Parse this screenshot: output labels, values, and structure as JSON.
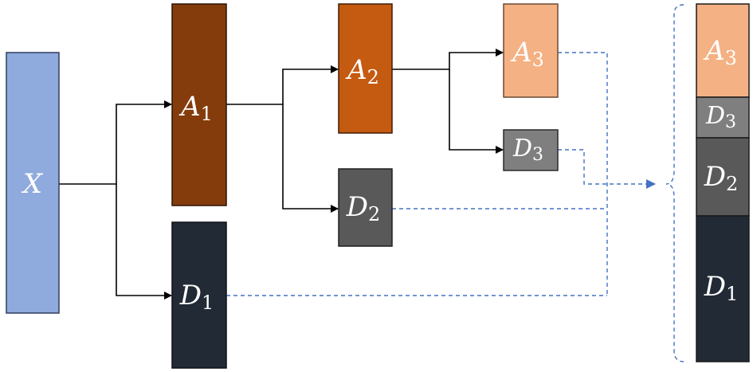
{
  "diagram": {
    "nodes": {
      "x": {
        "letter": "X",
        "sub": "",
        "color": "#8faadc",
        "border": "#2f3f5f"
      },
      "a1": {
        "letter": "A",
        "sub": "1",
        "color": "#843c0c",
        "border": "#2b1305"
      },
      "d1": {
        "letter": "D",
        "sub": "1",
        "color": "#222a35",
        "border": "#0d1117"
      },
      "a2": {
        "letter": "A",
        "sub": "2",
        "color": "#c55a11",
        "border": "#3d1c05"
      },
      "d2": {
        "letter": "D",
        "sub": "2",
        "color": "#595959",
        "border": "#1f1f1f"
      },
      "a3": {
        "letter": "A",
        "sub": "3",
        "color": "#f4b183",
        "border": "#6b4a33"
      },
      "d3": {
        "letter": "D",
        "sub": "3",
        "color": "#7f7f7f",
        "border": "#2a2a2a"
      }
    },
    "stack": [
      {
        "letter": "A",
        "sub": "3",
        "color": "#f4b183"
      },
      {
        "letter": "D",
        "sub": "3",
        "color": "#7f7f7f"
      },
      {
        "letter": "D",
        "sub": "2",
        "color": "#595959"
      },
      {
        "letter": "D",
        "sub": "1",
        "color": "#222a35"
      }
    ],
    "colors": {
      "solid_line": "#000000",
      "dashed_line": "#4472c4"
    }
  }
}
